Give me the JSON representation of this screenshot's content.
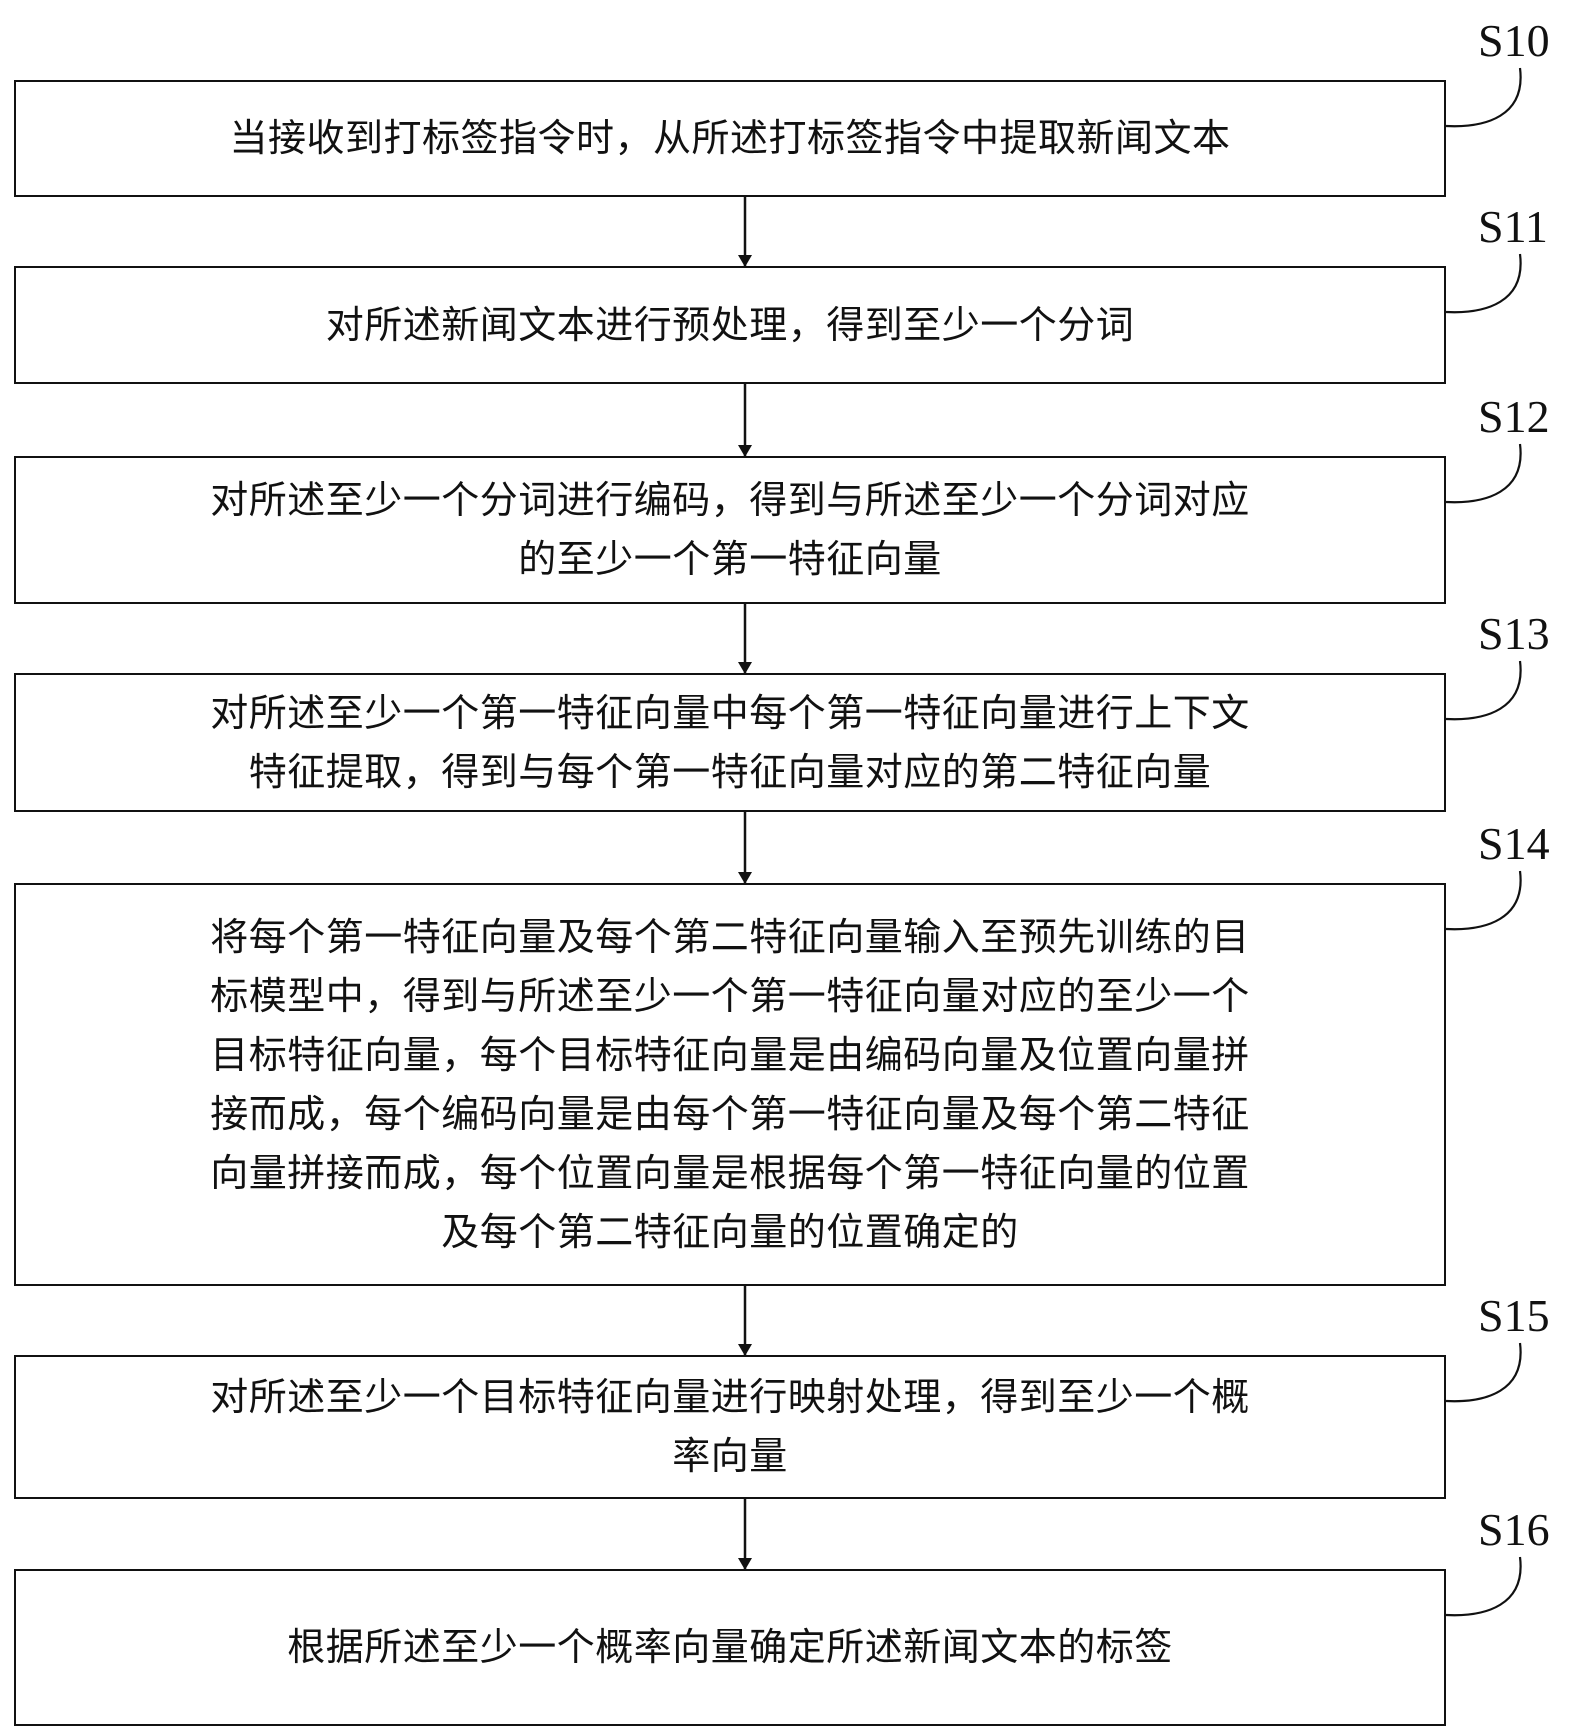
{
  "steps": [
    {
      "id": "S10",
      "lines": [
        "当接收到打标签指令时，从所述打标签指令中提取新闻文本"
      ]
    },
    {
      "id": "S11",
      "lines": [
        "对所述新闻文本进行预处理，得到至少一个分词"
      ]
    },
    {
      "id": "S12",
      "lines": [
        "对所述至少一个分词进行编码，得到与所述至少一个分词对应",
        "的至少一个第一特征向量"
      ]
    },
    {
      "id": "S13",
      "lines": [
        "对所述至少一个第一特征向量中每个第一特征向量进行上下文",
        "特征提取，得到与每个第一特征向量对应的第二特征向量"
      ]
    },
    {
      "id": "S14",
      "lines": [
        "将每个第一特征向量及每个第二特征向量输入至预先训练的目",
        "标模型中，得到与所述至少一个第一特征向量对应的至少一个",
        "目标特征向量，每个目标特征向量是由编码向量及位置向量拼",
        "接而成，每个编码向量是由每个第一特征向量及每个第二特征",
        "向量拼接而成，每个位置向量是根据每个第一特征向量的位置",
        "及每个第二特征向量的位置确定的"
      ]
    },
    {
      "id": "S15",
      "lines": [
        "对所述至少一个目标特征向量进行映射处理，得到至少一个概",
        "率向量"
      ]
    },
    {
      "id": "S16",
      "lines": [
        "根据所述至少一个概率向量确定所述新闻文本的标签"
      ]
    }
  ]
}
